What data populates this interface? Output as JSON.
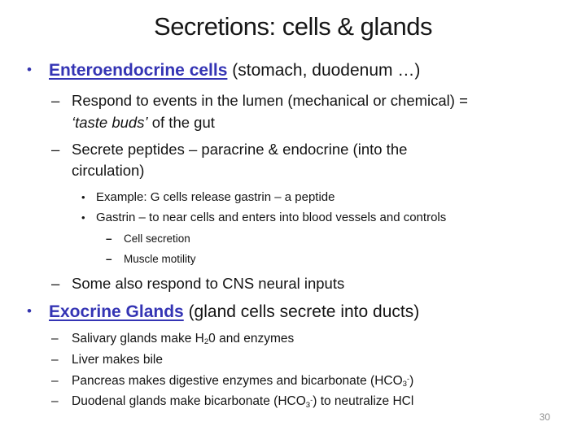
{
  "slide": {
    "title": "Secretions: cells & glands",
    "page_number": "30"
  },
  "colors": {
    "heading_blue": "#3434b4",
    "body_text": "#141414",
    "page_number_gray": "#8f8f8f"
  },
  "markers": {
    "bullet": "•",
    "dash": "–"
  },
  "content": {
    "enteroendocrine": {
      "heading": " Enteroendocrine cells",
      "suffix": " (stomach, duodenum …)"
    },
    "respond": {
      "line1": "Respond to events in the lumen (mechanical or chemical) =",
      "italic": "‘taste buds’",
      "line2_rest": " of the gut"
    },
    "secrete": {
      "line1": "Secrete peptides – paracrine & endocrine (into the",
      "line2": "circulation)"
    },
    "example": "Example: G cells release gastrin – a peptide",
    "gastrin": "Gastrin – to near cells and enters into blood vessels and controls",
    "cell_secretion": "Cell secretion",
    "muscle_motility": "Muscle motility",
    "cns": "Some also respond to CNS neural inputs",
    "exocrine": {
      "heading": "Exocrine Glands",
      "suffix": " (gland cells secrete into ducts)"
    },
    "salivary": {
      "pre": "Salivary glands make H",
      "sub": "2",
      "post": "0 and enzymes"
    },
    "liver": "Liver makes bile",
    "pancreas": {
      "pre": "Pancreas makes digestive enzymes and bicarbonate (HCO",
      "sub": "3",
      "sup": "-",
      "post": ")"
    },
    "duodenal": {
      "pre": "Duodenal glands make bicarbonate (HCO",
      "sub": "3",
      "sup": "-",
      "post": ") to neutralize HCl"
    }
  }
}
